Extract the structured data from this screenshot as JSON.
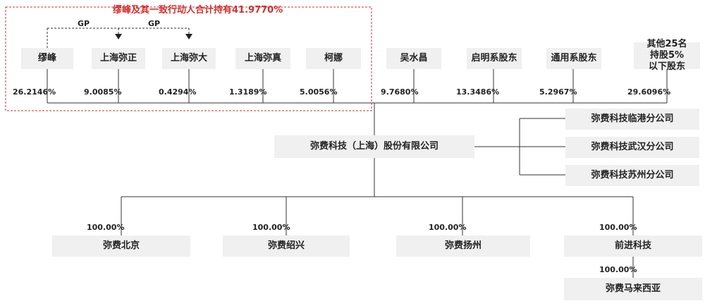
{
  "group_title": "缪峰及其一致行动人合计持有41.9770%",
  "gp_label": "GP",
  "shareholders": [
    {
      "name": "缪峰",
      "pct": "26.2146%"
    },
    {
      "name": "上海弥正",
      "pct": "9.0085%"
    },
    {
      "name": "上海弥大",
      "pct": "0.4294%"
    },
    {
      "name": "上海弥真",
      "pct": "1.3189%"
    },
    {
      "name": "柯娜",
      "pct": "5.0056%"
    },
    {
      "name": "吴水昌",
      "pct": "9.7680%"
    },
    {
      "name": "启明系股东",
      "pct": "13.3486%"
    },
    {
      "name": "通用系股东",
      "pct": "5.2967%"
    },
    {
      "name": "其他25名持股5%以下股东",
      "pct": "29.6096%"
    }
  ],
  "company": "弥费科技（上海）股份有限公司",
  "branches": [
    "弥费科技临港分公司",
    "弥费科技武汉分公司",
    "弥费科技苏州分公司"
  ],
  "subsidiaries": [
    {
      "name": "弥费北京",
      "pct": "100.00%"
    },
    {
      "name": "弥费绍兴",
      "pct": "100.00%"
    },
    {
      "name": "弥费扬州",
      "pct": "100.00%"
    },
    {
      "name": "前进科技",
      "pct": "100.00%"
    }
  ],
  "sub_subsidiary": {
    "name": "弥费马来西亚",
    "pct": "100.00%"
  },
  "colors": {
    "line": "#333333",
    "box": "#f0f0f1",
    "highlight": "#d0322f",
    "dashed_frame": "#d0322f"
  }
}
